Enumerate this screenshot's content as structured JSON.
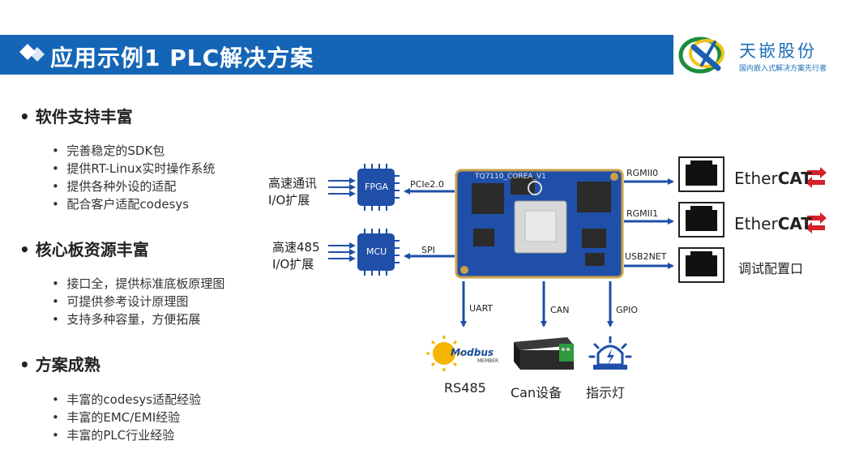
{
  "header": {
    "title": "应用示例1  PLC解决方案",
    "logo_name": "天嵌股份",
    "logo_tagline": "国内嵌入式解决方案先行者"
  },
  "sections": [
    {
      "title": "软件支持丰富",
      "items": [
        "完善稳定的SDK包",
        "提供RT-Linux实时操作系统",
        "提供各种外设的适配",
        "配合客户适配codesys"
      ]
    },
    {
      "title": "核心板资源丰富",
      "items": [
        "接口全，提供标准底板原理图",
        "可提供参考设计原理图",
        "支持多种容量，方便拓展"
      ]
    },
    {
      "title": "方案成熟",
      "items": [
        "丰富的codesys适配经验",
        "丰富的EMC/EMI经验",
        "丰富的PLC行业经验"
      ]
    }
  ],
  "diagram": {
    "board_label": "TQ7110_COREA_V1",
    "fpga": {
      "chip": "FPGA",
      "label_line1": "高速通讯",
      "label_line2": "I/O扩展",
      "bus": "PCIe2.0"
    },
    "mcu": {
      "chip": "MCU",
      "label_line1": "高速485",
      "label_line2": "I/O扩展",
      "bus": "SPI"
    },
    "ports": [
      {
        "bus": "RGMII0",
        "label": "EtherCAT"
      },
      {
        "bus": "RGMII1",
        "label": "EtherCAT"
      },
      {
        "bus": "USB2NET",
        "label": "调试配置口"
      }
    ],
    "ethercat_prefix": "Ether",
    "ethercat_suffix": "CAT",
    "ethercat_mark": ".",
    "bottom": [
      {
        "bus": "UART",
        "label": "RS485",
        "logo": "Modbus",
        "logo_sub": "MEMBER"
      },
      {
        "bus": "CAN",
        "label": "Can设备"
      },
      {
        "bus": "GPIO",
        "label": "指示灯"
      }
    ]
  },
  "colors": {
    "header_bg": "#1565b7",
    "board": "#1f4fa8",
    "arrow": "#1f4fa8",
    "ethercat_red": "#d6202a"
  }
}
